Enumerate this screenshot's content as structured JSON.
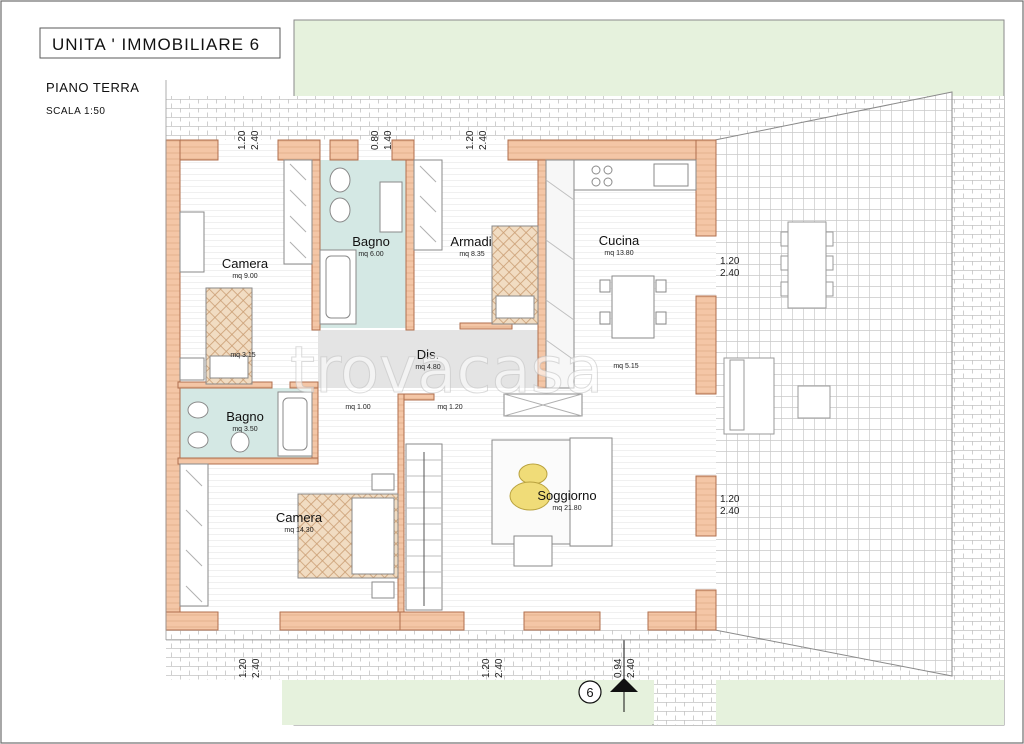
{
  "header": {
    "title": "UNITA ' IMMOBILIARE  6",
    "floor": "PIANO TERRA",
    "scale": "SCALA 1:50"
  },
  "rooms": {
    "camera1": {
      "name": "Camera",
      "area": "mq 9.00",
      "area2": "mq 3.15"
    },
    "bagno1": {
      "name": "Bagno",
      "area": "mq 6.00"
    },
    "armadi": {
      "name": "Armadi",
      "area": "mq 8.35"
    },
    "cucina": {
      "name": "Cucina",
      "area": "mq 13.80",
      "area2": "mq 5.15"
    },
    "dis": {
      "name": "Dis.",
      "area": "mq 4.80",
      "area2": "mq 1.00",
      "area3": "mq 1.20"
    },
    "bagno2": {
      "name": "Bagno",
      "area": "mq 3.50"
    },
    "camera2": {
      "name": "Camera",
      "area": "mq 14.30"
    },
    "soggiorno": {
      "name": "Soggiorno",
      "area": "mq 21.80"
    }
  },
  "dimensions": {
    "top_1": [
      "1.20",
      "2.40"
    ],
    "top_2": [
      "0.80",
      "1.40"
    ],
    "top_3": [
      "1.20",
      "2.40"
    ],
    "right_1": [
      "1.20",
      "2.40"
    ],
    "right_2": [
      "1.20",
      "2.40"
    ],
    "bottom_1": [
      "1.20",
      "2.40"
    ],
    "bottom_2": [
      "1.20",
      "2.40"
    ],
    "bottom_3": [
      "0.94",
      "2.40"
    ]
  },
  "entrance": {
    "unit_number": "6"
  },
  "watermark": "trovacasa",
  "colors": {
    "garden": "#e6f2dd",
    "wall": "#f4c6a6",
    "wall_stroke": "#b06f4e",
    "bathroom": "#d4e8e4",
    "corridor": "#e4e4e4",
    "border": "#6d6d6d",
    "floor_tiles": "#bdbdbd"
  }
}
